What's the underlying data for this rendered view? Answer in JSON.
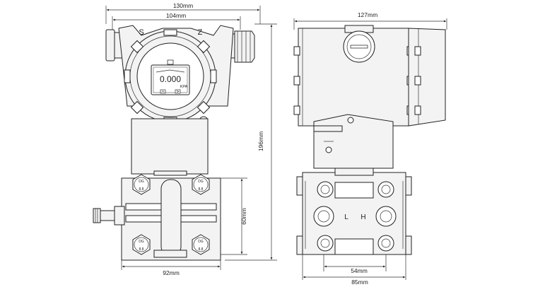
{
  "dimensions": {
    "width_130": "130mm",
    "width_104": "104mm",
    "height_196": "196mm",
    "height_60": "60mm",
    "width_92": "92mm",
    "width_127": "127mm",
    "width_54": "54mm",
    "width_85": "85mm"
  },
  "front_view": {
    "label_s": "S",
    "label_z": "Z",
    "display_value": "0.000",
    "display_unit": "KPA",
    "bolt_label_top": "DG",
    "bolt_label_bottom": "8.8"
  },
  "side_view": {
    "label_l": "L",
    "label_h": "H"
  }
}
